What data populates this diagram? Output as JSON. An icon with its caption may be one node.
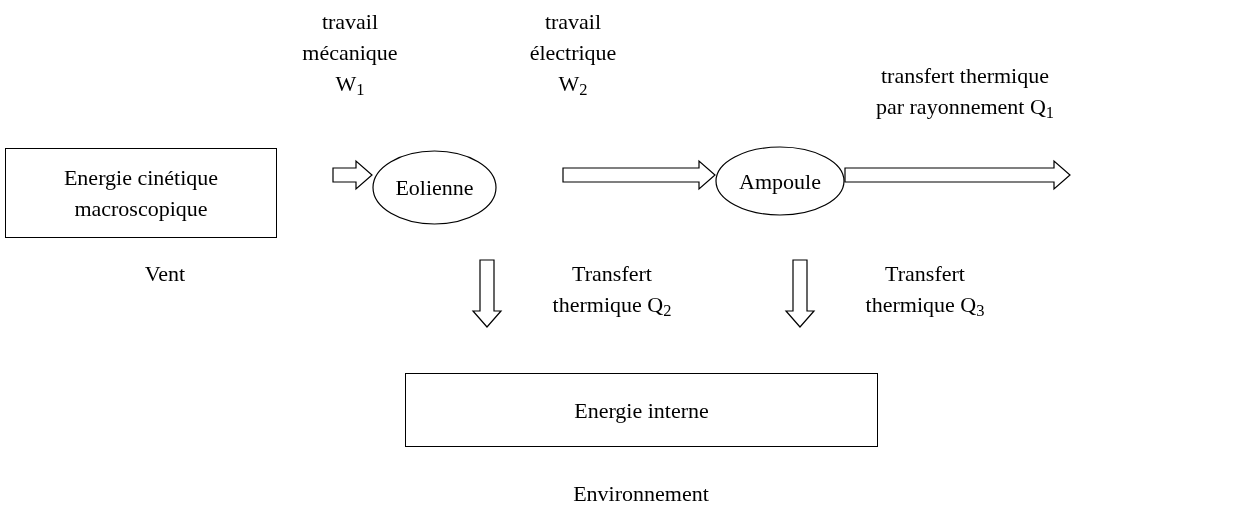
{
  "diagram": {
    "nodes": [
      {
        "text": [
          "Energie cinétique macroscopique"
        ],
        "beside": [
          "Vent"
        ]
      },
      {
        "text": [
          "Eolienne"
        ]
      },
      {
        "text": [
          "Ampoule"
        ]
      },
      {
        "text": [
          "Energie interne"
        ],
        "beside": [
          "Environnement"
        ]
      }
    ],
    "edges": [
      {
        "from": 0,
        "to": 1,
        "arrow": "to",
        "label": "travail mécanique W$_{1}$"
      },
      {
        "from": 1,
        "to": 2,
        "arrow": "to",
        "label": "travail électrique W$_{2}$"
      },
      {
        "from": 2,
        "to": null,
        "arrow": "to",
        "label": "transfert thermique par rayonnement Q$_{1}$"
      },
      {
        "from": 1,
        "to": 3,
        "arrow": "to",
        "label": "Transfert thermique Q$_{2}$"
      },
      {
        "from": 2,
        "to": 3,
        "arrow": "to",
        "label": "Transfert thermique Q$_{3}$"
      }
    ]
  }
}
